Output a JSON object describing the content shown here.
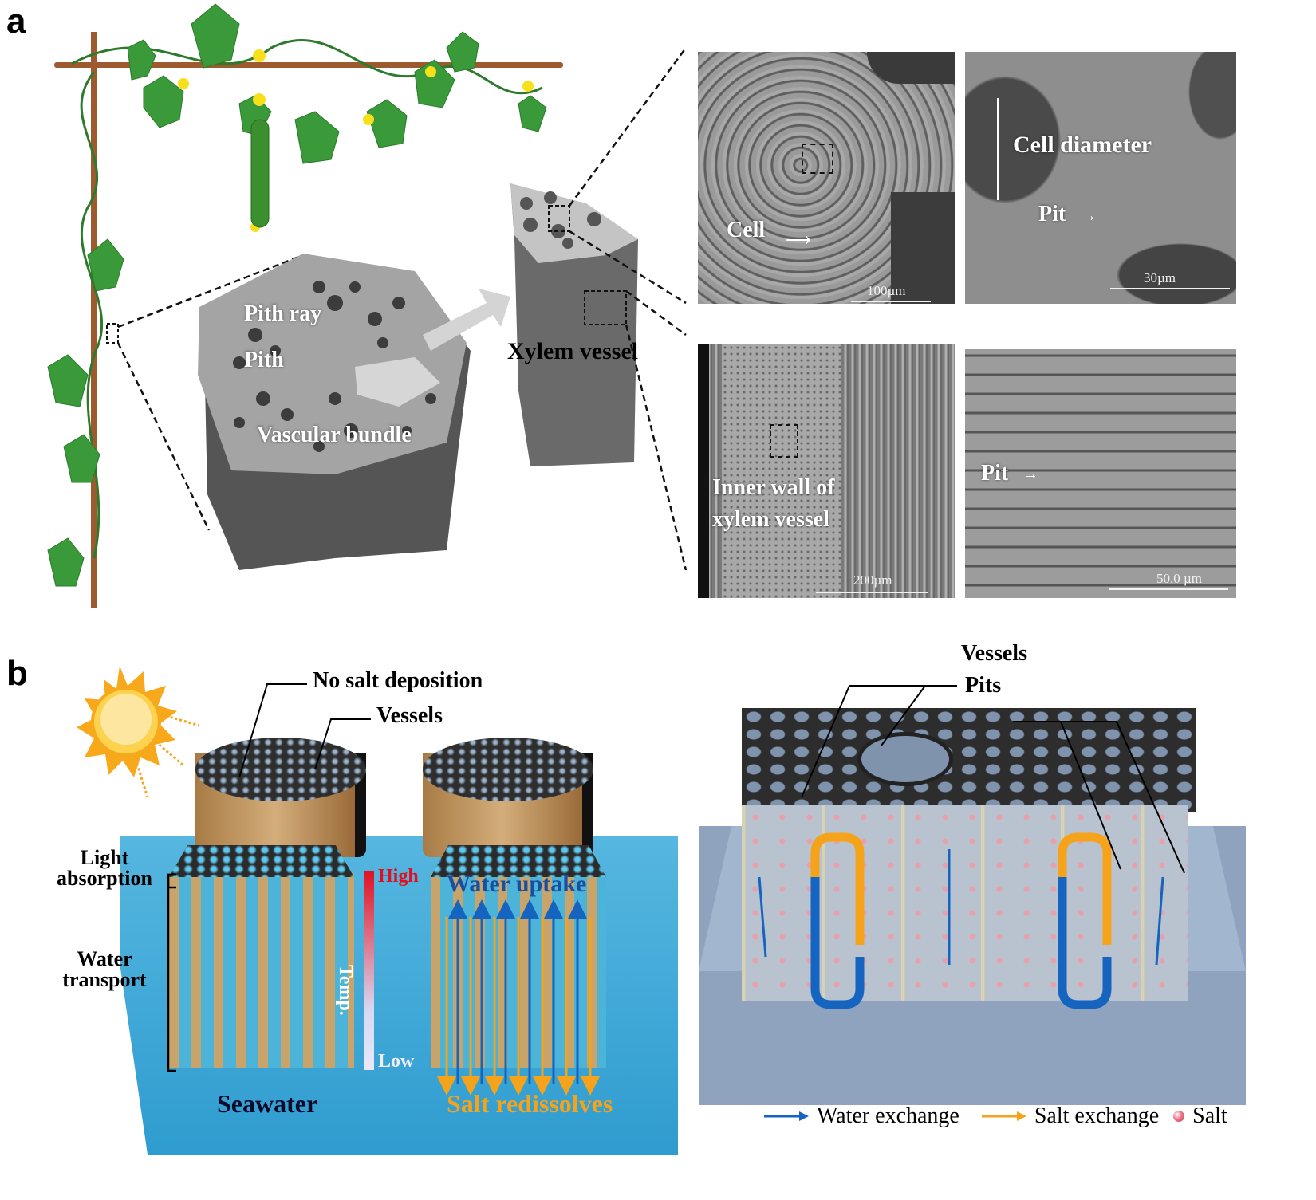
{
  "panel_a": {
    "letter": "a",
    "stem_labels": {
      "pith_ray": "Pith ray",
      "pith": "Pith",
      "vascular_bundle": "Vascular bundle",
      "xylem_vessel": "Xylem vessel"
    },
    "sem_images": [
      {
        "label": "Cell",
        "scale": "100µm"
      },
      {
        "label": "Cell diameter",
        "label2": "Pit",
        "scale": "30µm"
      },
      {
        "label": "Inner wall of",
        "label_line2": "xylem vessel",
        "scale": "200µm"
      },
      {
        "label": "Pit",
        "scale": "50.0 µm"
      }
    ]
  },
  "panel_b": {
    "letter": "b",
    "left": {
      "no_salt": "No salt deposition",
      "vessels": "Vessels",
      "light_absorption_1": "Light",
      "light_absorption_2": "absorption",
      "water_transport_1": "Water",
      "water_transport_2": "transport",
      "temp_high": "High",
      "temp_low": "Low",
      "temp_label": "Temp.",
      "water_uptake": "Water uptake",
      "seawater": "Seawater",
      "salt_redissolves": "Salt redissolves"
    },
    "right": {
      "vessels": "Vessels",
      "pits": "Pits",
      "legend": [
        {
          "label": "Water exchange",
          "color": "#1565c0"
        },
        {
          "label": "Salt exchange",
          "color": "#f5a31a"
        },
        {
          "label": "Salt",
          "color": "#e8788a"
        }
      ]
    }
  },
  "colors": {
    "stake": "#9c5a2e",
    "leaf": "#3a9a3a",
    "flower": "#f7e01a",
    "seawater": "#3aa6d6",
    "wood": "#c9a46a",
    "slate": "#8fa3bf",
    "water_arrow": "#1565c0",
    "salt_arrow": "#f5a31a",
    "temp_high": "#e01020"
  }
}
